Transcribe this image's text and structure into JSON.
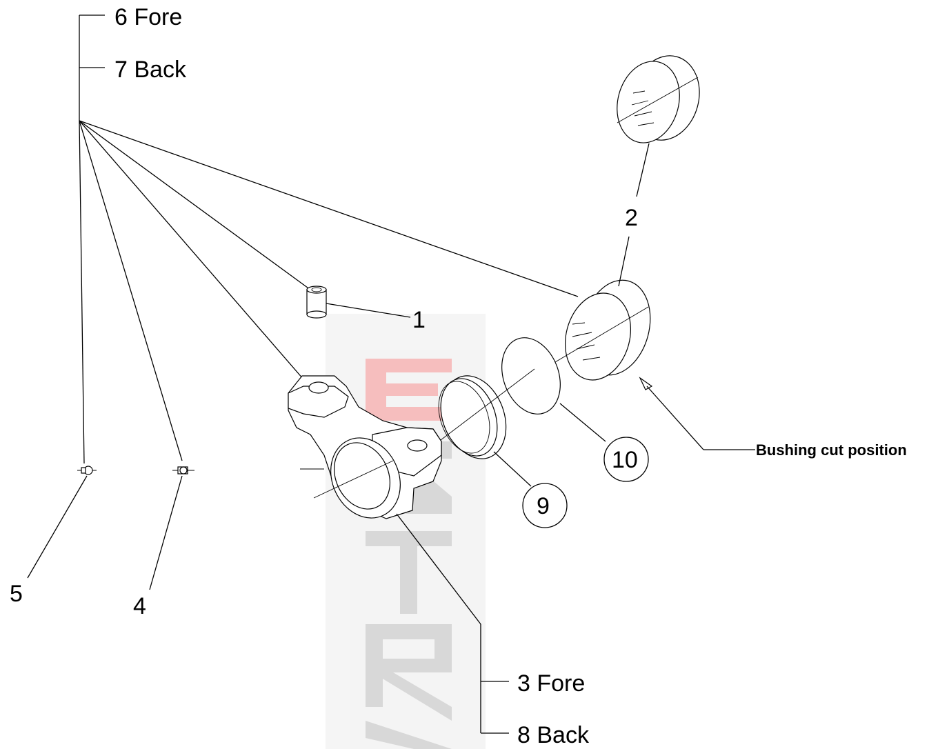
{
  "labels": {
    "fore_6": "6 Fore",
    "back_7": "7 Back",
    "part_1": "1",
    "part_2": "2",
    "fore_3": "3 Fore",
    "back_8": "8 Back",
    "part_4": "4",
    "part_5": "5",
    "part_9": "9",
    "part_10": "10",
    "bushing_cut": "Bushing cut  position"
  },
  "watermark": {
    "text": "ENTRA",
    "colors": [
      "#f08a8a",
      "#c8c8c8"
    ]
  }
}
